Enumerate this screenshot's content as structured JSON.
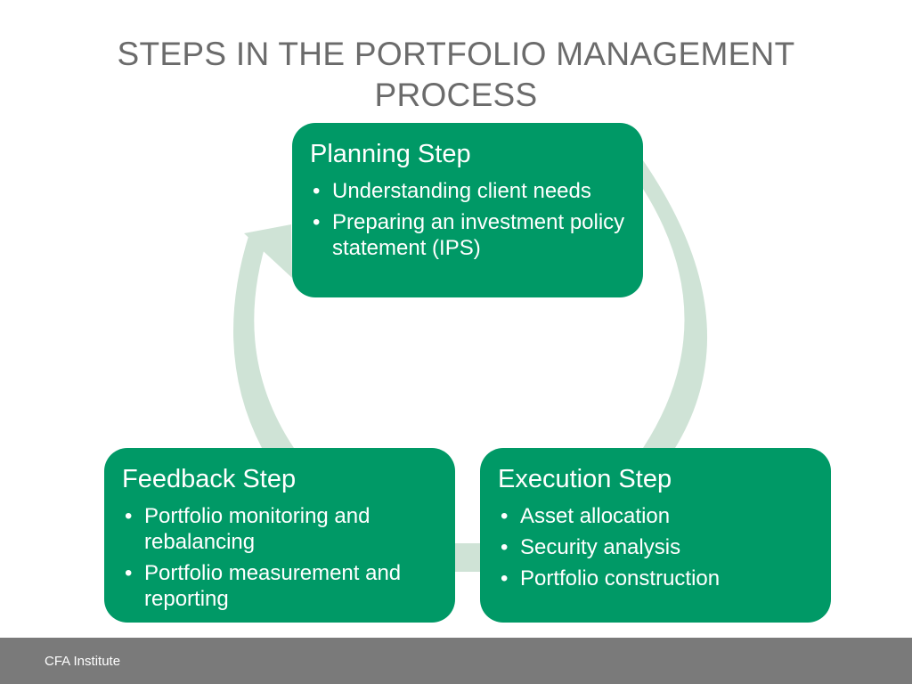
{
  "slide": {
    "title": "STEPS IN THE PORTFOLIO MANAGEMENT PROCESS"
  },
  "steps": [
    {
      "title": "Planning Step",
      "items": [
        "Understanding client needs",
        "Preparing an investment policy statement (IPS)"
      ]
    },
    {
      "title": "Feedback Step",
      "items": [
        "Portfolio monitoring and rebalancing",
        "Portfolio measurement and reporting"
      ]
    },
    {
      "title": "Execution Step",
      "items": [
        "Asset allocation",
        "Security analysis",
        "Portfolio construction"
      ]
    }
  ],
  "bullet_glyph": "•",
  "footer": {
    "organization": "CFA Institute"
  },
  "colors": {
    "box_fill": "#009966",
    "cycle_arrow": "#cfe3d6",
    "title_text": "#6b6b6b",
    "footer_bar": "#7a7a7a"
  }
}
